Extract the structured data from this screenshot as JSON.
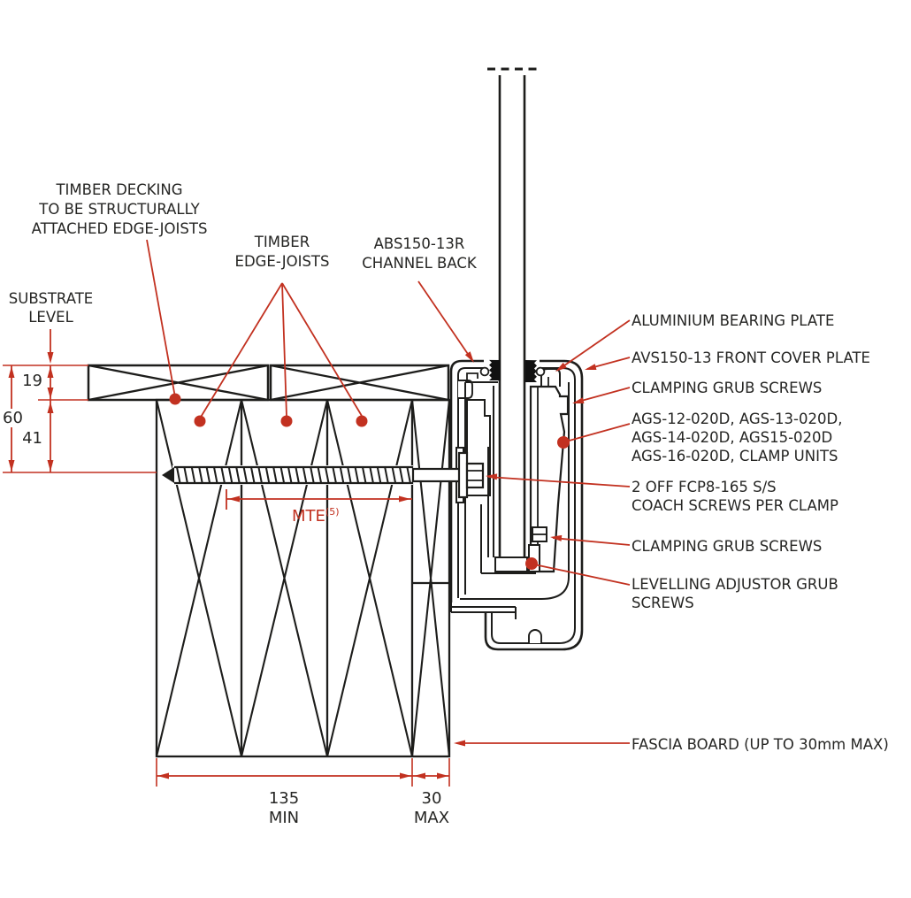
{
  "colors": {
    "ink": "#1d1d1b",
    "red": "#c23120"
  },
  "callouts_left": {
    "substrate_level": "SUBSTRATE\nLEVEL",
    "timber_decking": "TIMBER DECKING\nTO BE STRUCTURALLY\nATTACHED EDGE-JOISTS",
    "timber_edge_joists": "TIMBER\nEDGE-JOISTS",
    "channel_back": "ABS150-13R\nCHANNEL BACK"
  },
  "callouts_right": {
    "bearing_plate": "ALUMINIUM BEARING PLATE",
    "front_cover_plate": "AVS150-13 FRONT COVER PLATE",
    "clamping_grub_screws_upper": "CLAMPING GRUB SCREWS",
    "clamp_units": "AGS-12-020D, AGS-13-020D,\nAGS-14-020D, AGS15-020D\nAGS-16-020D, CLAMP UNITS",
    "coach_screws": "2 OFF FCP8-165 S/S\nCOACH SCREWS PER CLAMP",
    "clamping_grub_screws_lower": "CLAMPING GRUB SCREWS",
    "levelling_screws": "LEVELLING ADJUSTOR GRUB\nSCREWS",
    "fascia_board": "FASCIA BOARD (UP TO 30mm MAX)"
  },
  "dimensions": {
    "decking_thickness": "19",
    "overall_depth": "60",
    "fixing_depth": "41",
    "joist_width": "135\nMIN",
    "fascia_thickness": "30\nMAX",
    "mte_label": "MTE",
    "mte_superscript": "(5)"
  }
}
